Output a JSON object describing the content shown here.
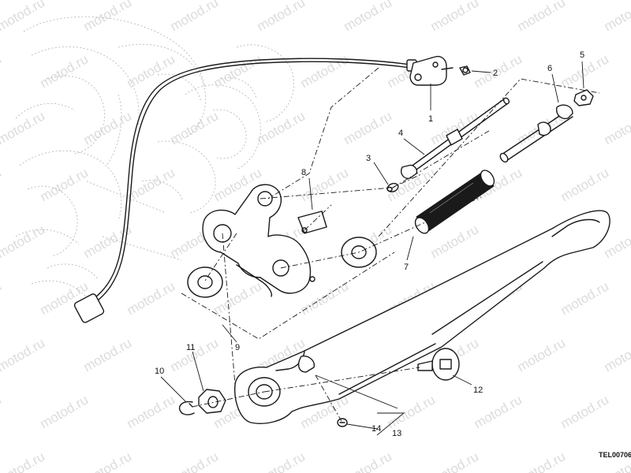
{
  "watermark": "motod.ru",
  "drawing_code": "TEL00706",
  "callouts": [
    {
      "id": "1",
      "label": "1"
    },
    {
      "id": "2",
      "label": "2"
    },
    {
      "id": "3",
      "label": "3"
    },
    {
      "id": "4",
      "label": "4"
    },
    {
      "id": "5",
      "label": "5"
    },
    {
      "id": "6",
      "label": "6"
    },
    {
      "id": "7",
      "label": "7"
    },
    {
      "id": "8",
      "label": "8"
    },
    {
      "id": "9",
      "label": "9"
    },
    {
      "id": "10",
      "label": "10"
    },
    {
      "id": "11",
      "label": "11"
    },
    {
      "id": "12",
      "label": "12"
    },
    {
      "id": "13",
      "label": "13"
    },
    {
      "id": "14",
      "label": "14"
    }
  ]
}
